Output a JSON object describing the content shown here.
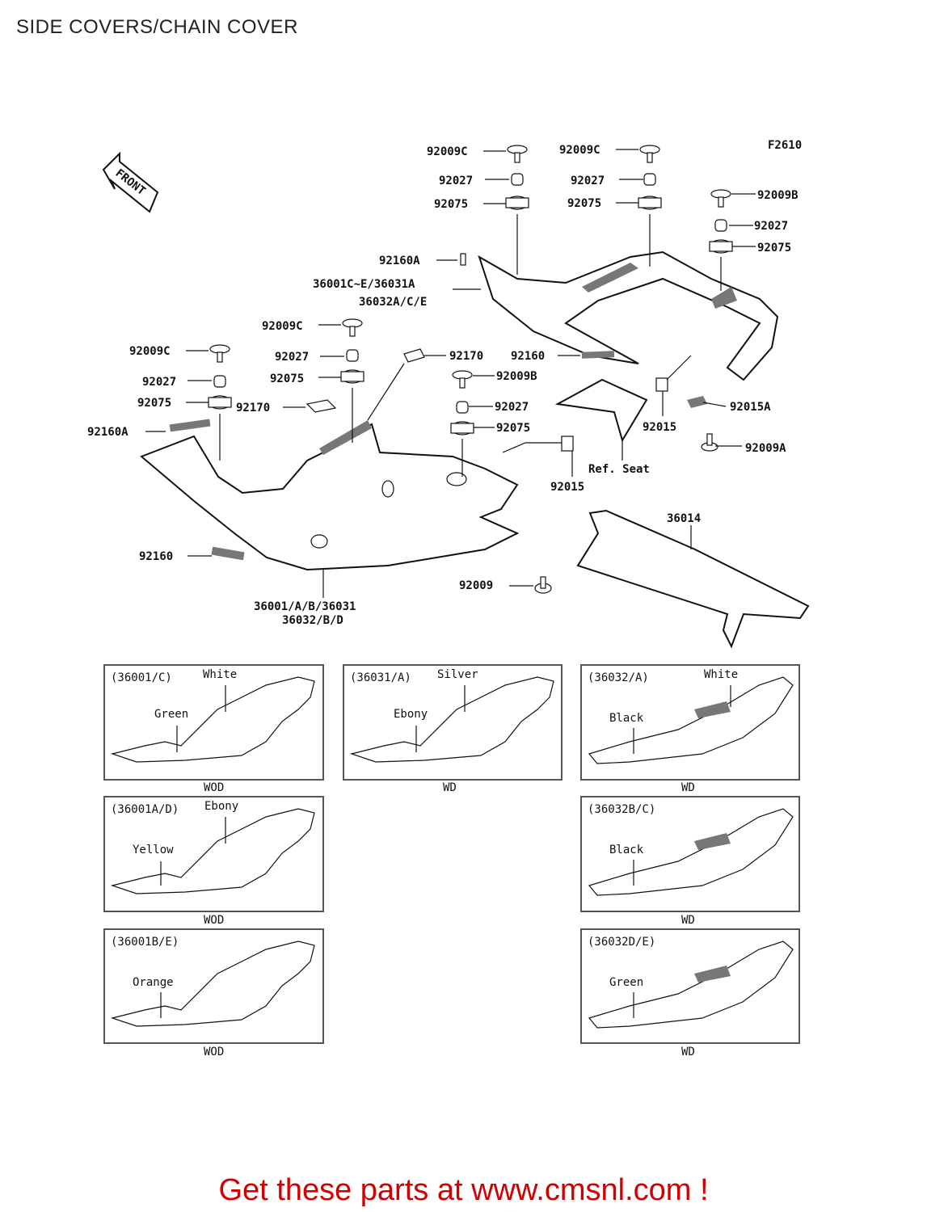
{
  "title": "SIDE COVERS/CHAIN COVER",
  "figure_code": "F2610",
  "front_label": "FRONT",
  "callouts": {
    "c1": "92009C",
    "c2": "92027",
    "c3": "92075",
    "c4": "92009C",
    "c5": "92027",
    "c6": "92075",
    "c7": "92009B",
    "c8": "92027",
    "c9": "92075",
    "c10": "92160A",
    "c11": "36001C~E/36031A",
    "c12": "36032A/C/E",
    "c13": "92009C",
    "c14": "92027",
    "c15": "92075",
    "c16": "92009C",
    "c17": "92027",
    "c18": "92075",
    "c19": "92170",
    "c20": "92160",
    "c21": "92009B",
    "c22": "92027",
    "c23": "92075",
    "c24": "92170",
    "c25": "92160A",
    "c26": "92015",
    "c27": "92015A",
    "c28": "92009A",
    "c29": "Ref. Seat",
    "c30": "92015",
    "c31": "36014",
    "c32": "92160",
    "c33": "92009",
    "c34": "36001/A/B/36031",
    "c35": "36032/B/D"
  },
  "insets": [
    {
      "code": "(36001/C)",
      "color_top": "White",
      "color_side": "Green",
      "caption": "WOD"
    },
    {
      "code": "(36031/A)",
      "color_top": "Silver",
      "color_side": "Ebony",
      "caption": "WD"
    },
    {
      "code": "(36032/A)",
      "color_top": "White",
      "color_side": "Black",
      "caption": "WD"
    },
    {
      "code": "(36001A/D)",
      "color_top": "Ebony",
      "color_side": "Yellow",
      "caption": "WOD"
    },
    {
      "code": "(36032B/C)",
      "color_top": "",
      "color_side": "Black",
      "caption": "WD"
    },
    {
      "code": "(36001B/E)",
      "color_top": "",
      "color_side": "Orange",
      "caption": "WOD"
    },
    {
      "code": "(36032D/E)",
      "color_top": "",
      "color_side": "Green",
      "caption": "WD"
    }
  ],
  "footer": "Get these parts at www.cmsnl.com !",
  "colors": {
    "footer": "#d10000",
    "line": "#111111"
  }
}
